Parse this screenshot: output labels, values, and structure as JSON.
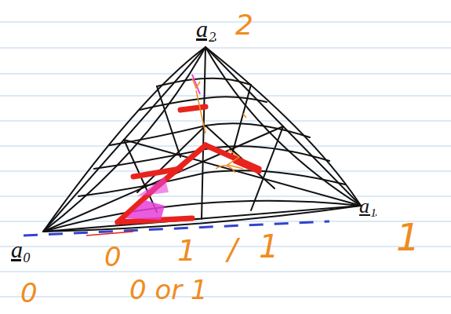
{
  "diagram": {
    "labels": [
      "a₂",
      "2",
      "a₁",
      "1",
      "a₀",
      "0",
      "0",
      "1",
      "/",
      "1",
      "0 or 1"
    ]
  }
}
